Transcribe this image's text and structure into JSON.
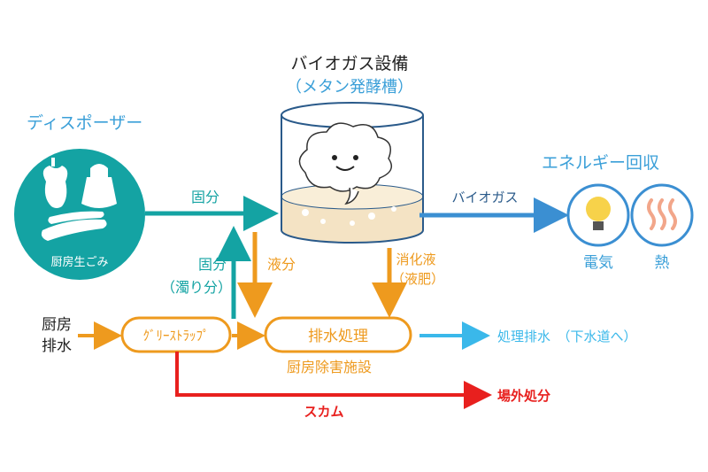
{
  "title": {
    "line1": "バイオガス設備",
    "line2": "（メタン発酵槽）"
  },
  "disposer": {
    "label": "ディスポーザー",
    "circle_label": "厨房生ごみ"
  },
  "energy": {
    "label": "エネルギー回収",
    "electricity": "電気",
    "heat": "熱"
  },
  "flows": {
    "solids": "固分",
    "solids_turbid_1": "固分",
    "solids_turbid_2": "（濁り分）",
    "liquid": "液分",
    "digestate_1": "消化液",
    "digestate_2": "（液肥）",
    "biogas": "バイオガス",
    "scum": "スカム",
    "treated_water": "処理排水　（下水道へ）",
    "offsite": "場外処分"
  },
  "nodes": {
    "kitchen_wastewater_1": "厨房",
    "kitchen_wastewater_2": "排水",
    "grease_trap": "ｸﾞﾘｰｽﾄﾗｯﾌﾟ",
    "wastewater_treatment": "排水処理",
    "facility": "厨房除害施設"
  },
  "colors": {
    "teal": "#14a3a3",
    "orange": "#ee9a1e",
    "blue": "#3b8fd2",
    "lightblue": "#3ab8ea",
    "red": "#e8201e",
    "title_blue": "#3a9fd8"
  }
}
